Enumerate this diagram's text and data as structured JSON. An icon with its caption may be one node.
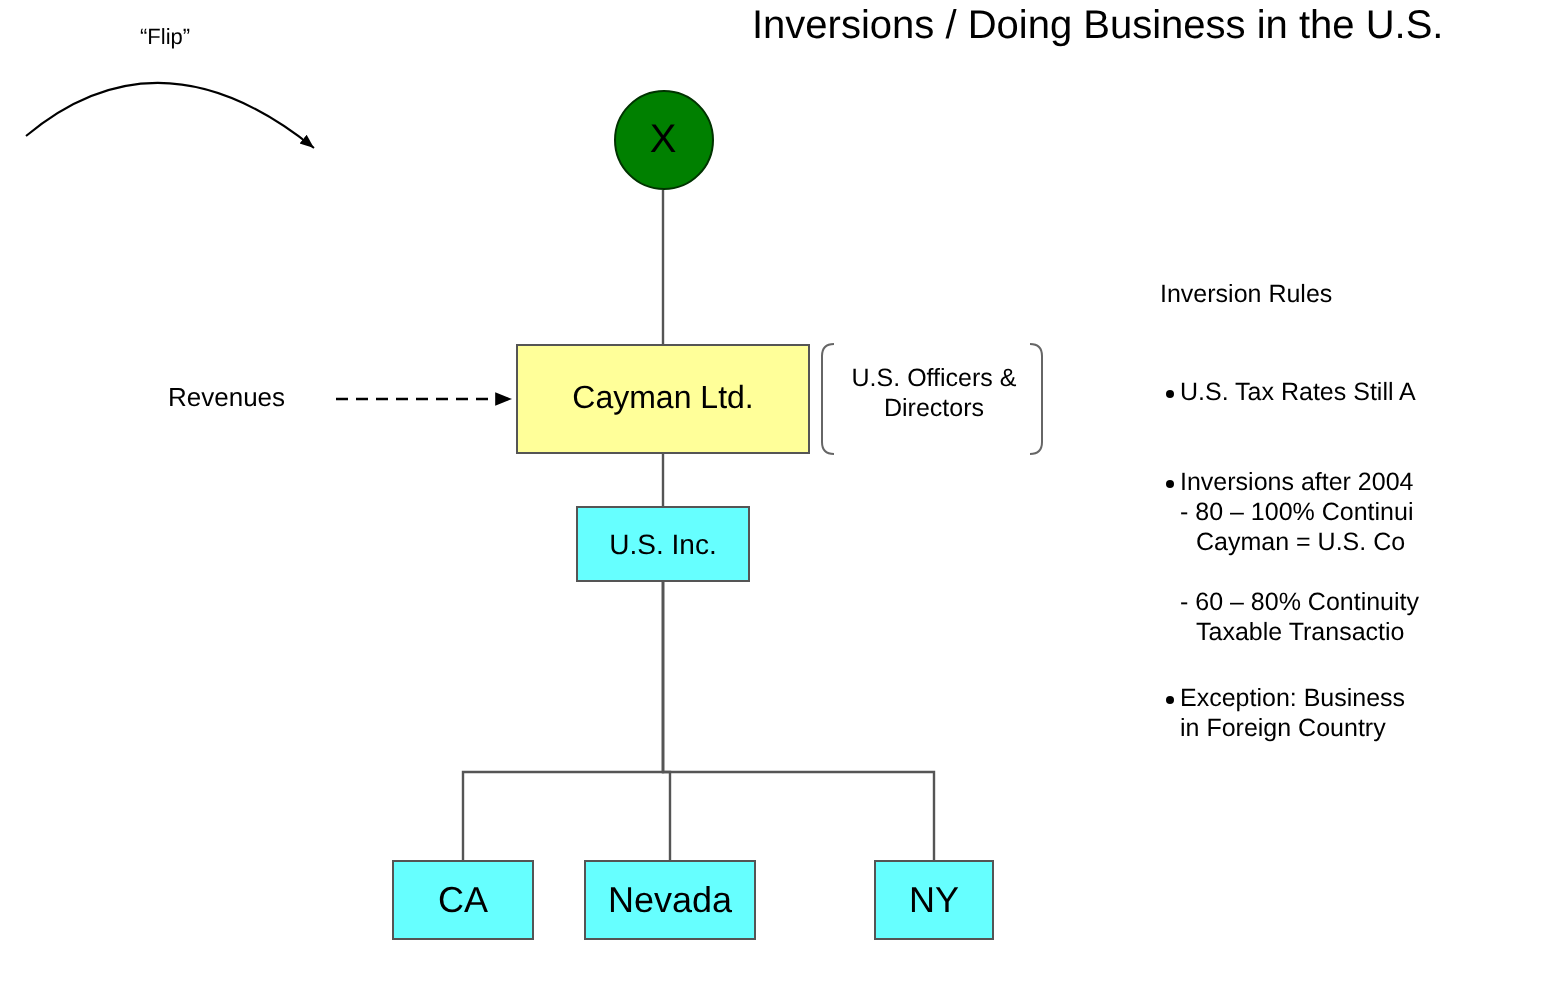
{
  "diagram": {
    "title": "Inversions / Doing Business in the U.S.",
    "nodes": [
      {
        "text": [
          "X"
        ]
      },
      {
        "text": [
          "Revenues"
        ]
      },
      {
        "text": [
          "Cayman Ltd."
        ],
        "beside": [
          "U.S. Officers & Directors"
        ]
      },
      {
        "text": [
          "U.S. Inc."
        ]
      },
      {
        "text": [
          "CA"
        ]
      },
      {
        "text": [
          "Nevada"
        ]
      },
      {
        "text": [
          "NY"
        ]
      }
    ],
    "edges": [
      {
        "from": 0,
        "to": 2,
        "arrow": "none"
      },
      {
        "from": 1,
        "to": 2,
        "arrow": "to",
        "style": "dashed"
      },
      {
        "from": 2,
        "to": 3,
        "arrow": "none"
      },
      {
        "from": 3,
        "to": 4,
        "arrow": "none"
      },
      {
        "from": 3,
        "to": 5,
        "arrow": "none"
      },
      {
        "from": 3,
        "to": 6,
        "arrow": "none"
      }
    ],
    "labels": [
      "“Flip”",
      "Inversion Rules",
      "U.S. Tax Rates Still A",
      "Inversions after 2004",
      "- 80 – 100% Continui Cayman = U.S. Co",
      "- 60 – 80% Continuity Taxable Transactio",
      "Exception:  Business in Foreign Country"
    ]
  }
}
